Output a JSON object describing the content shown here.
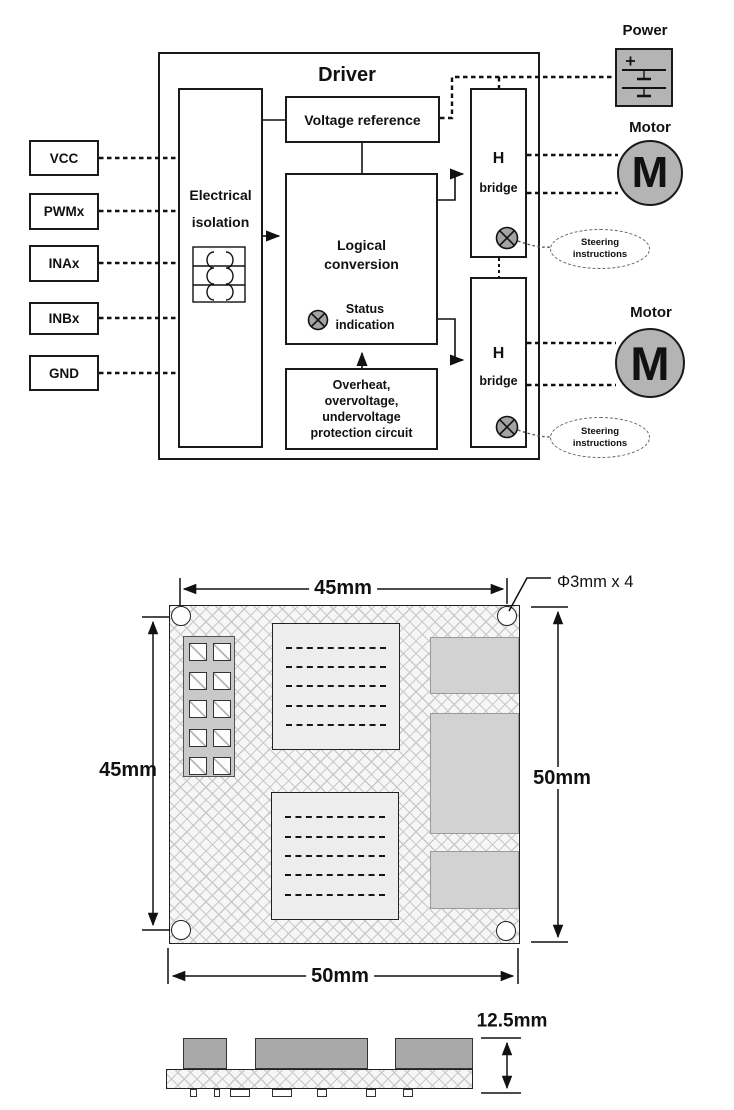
{
  "diagram": {
    "title": "Driver",
    "inputs": [
      {
        "label": "VCC"
      },
      {
        "label": "PWMx"
      },
      {
        "label": "INAx"
      },
      {
        "label": "INBx"
      },
      {
        "label": "GND"
      }
    ],
    "isolation": {
      "line1": "Electrical",
      "line2": "isolation"
    },
    "voltage_reference": {
      "label": "Voltage reference"
    },
    "logical_conversion": {
      "line1": "Logical",
      "line2": "conversion"
    },
    "status_indication": {
      "line1": "Status",
      "line2": "indication"
    },
    "protection": {
      "line1": "Overheat,",
      "line2": "overvoltage,",
      "line3": "undervoltage",
      "line4": "protection circuit"
    },
    "h_bridge": {
      "line1": "H",
      "line2": "bridge"
    },
    "power": {
      "label": "Power"
    },
    "motor": {
      "label": "Motor",
      "symbol": "M"
    },
    "steering": {
      "line1": "Steering",
      "line2": "instructions"
    }
  },
  "pcb": {
    "dim_top": "45mm",
    "dim_left": "45mm",
    "dim_right": "50mm",
    "dim_bottom": "50mm",
    "hole_note": "Φ3mm x 4",
    "side_height": "12.5mm"
  },
  "colors": {
    "component_gray": "#b4b4b4",
    "pcb_block_gray": "#d2d2d2",
    "line_black": "#111111"
  }
}
